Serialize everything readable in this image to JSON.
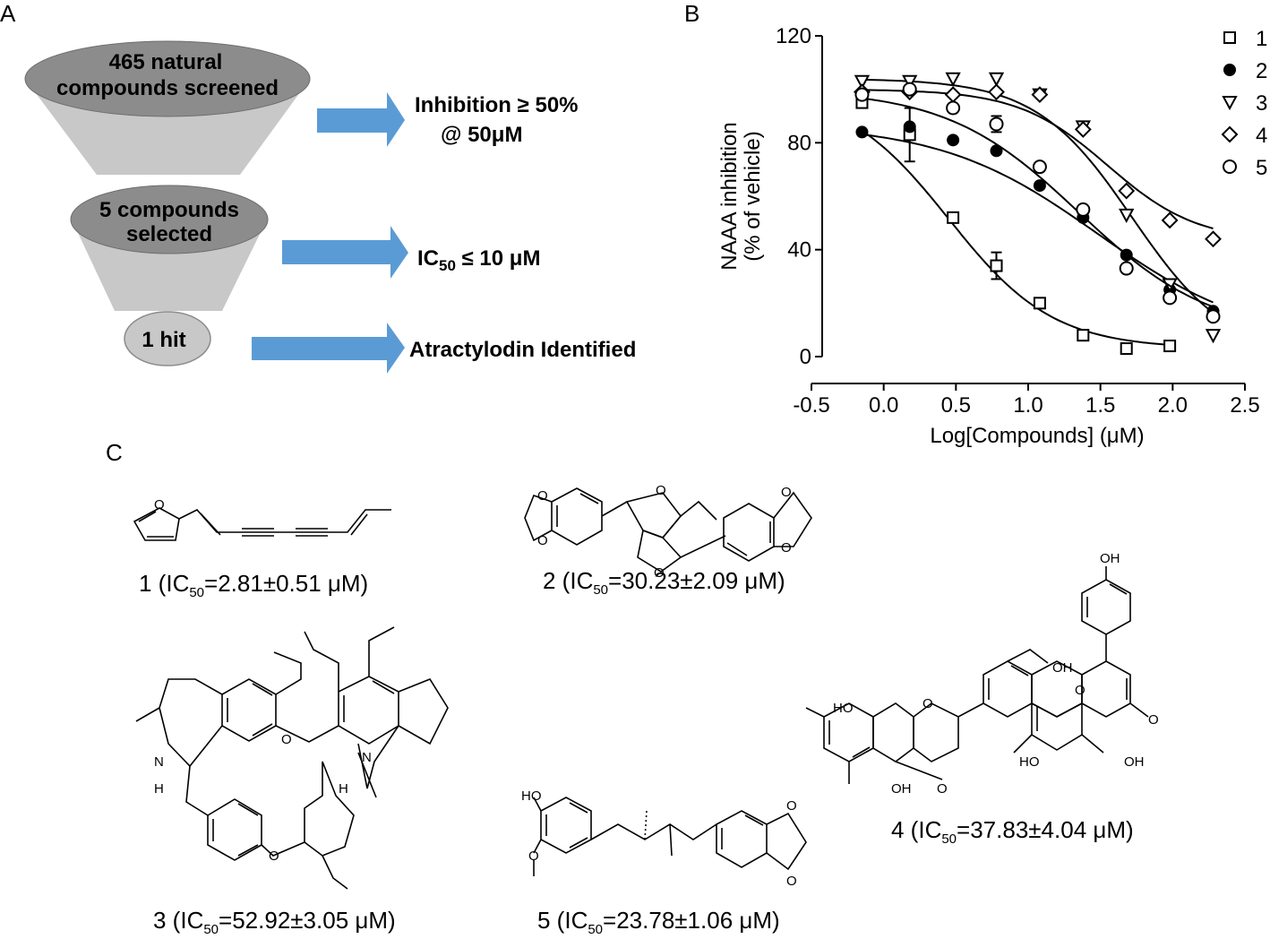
{
  "panels": {
    "a": "A",
    "b": "B",
    "c": "C"
  },
  "funnel": {
    "stage1": {
      "line1": "465 natural",
      "line2": "compounds screened"
    },
    "stage2": {
      "line1": "5 compounds",
      "line2": "selected"
    },
    "stage3": {
      "line1": "1 hit"
    },
    "criteria": {
      "c1_line1": "Inhibition ≥ 50%",
      "c1_line2": "@ 50μM",
      "c2_main": "IC",
      "c2_sub": "50",
      "c2_rest": " ≤ 10 μM",
      "c3": "Atractylodin Identified"
    },
    "colors": {
      "dark_ellipse": "#8c8c8c",
      "light_cone": "#c8c8c8",
      "arrow": "#5b9bd5"
    }
  },
  "chart_data": {
    "type": "scatter",
    "xlabel": "Log[Compounds] (μM)",
    "ylabel_line1": "NAAA inhibition",
    "ylabel_line2": "(% of vehicle)",
    "xlim": [
      -0.5,
      2.5
    ],
    "ylim": [
      0,
      120
    ],
    "xticks": [
      -0.5,
      0.0,
      0.5,
      1.0,
      1.5,
      2.0,
      2.5
    ],
    "xtick_labels": [
      "-0.5",
      "0.0",
      "0.5",
      "1.0",
      "1.5",
      "2.0",
      "2.5"
    ],
    "yticks": [
      0,
      40,
      80,
      120
    ],
    "ytick_labels": [
      "0",
      "40",
      "80",
      "120"
    ],
    "legend_position": "top-right",
    "series": [
      {
        "name": "1",
        "marker": "square-open",
        "x": [
          -0.15,
          0.18,
          0.48,
          0.78,
          1.08,
          1.38,
          1.68,
          1.98
        ],
        "y": [
          95,
          83,
          52,
          34,
          20,
          8,
          3,
          4
        ],
        "err": [
          0,
          10,
          0,
          5,
          0,
          2,
          0,
          0
        ],
        "fit": {
          "top": 100,
          "bottom": 3,
          "logic50": 0.45,
          "hill": 1.2
        }
      },
      {
        "name": "2",
        "marker": "circle-filled",
        "x": [
          -0.15,
          0.18,
          0.48,
          0.78,
          1.08,
          1.38,
          1.68,
          1.98,
          2.28
        ],
        "y": [
          84,
          86,
          81,
          77,
          64,
          52,
          38,
          25,
          17
        ],
        "err": [
          0,
          0,
          0,
          0,
          0,
          0,
          0,
          0,
          0
        ],
        "fit": {
          "top": 87,
          "bottom": 5,
          "logic50": 1.48,
          "hill": 0.8
        }
      },
      {
        "name": "3",
        "marker": "triangle-down-open",
        "x": [
          -0.15,
          0.18,
          0.48,
          0.78,
          1.08,
          1.38,
          1.68,
          1.98,
          2.28
        ],
        "y": [
          103,
          103,
          104,
          104,
          98,
          86,
          53,
          27,
          8
        ],
        "err": [
          0,
          0,
          0,
          0,
          0,
          0,
          0,
          0,
          0
        ],
        "fit": {
          "top": 104,
          "bottom": 0,
          "logic50": 1.72,
          "hill": 1.3
        }
      },
      {
        "name": "4",
        "marker": "diamond-open",
        "x": [
          -0.15,
          0.18,
          0.48,
          0.78,
          1.08,
          1.38,
          1.68,
          1.98,
          2.28
        ],
        "y": [
          99,
          99,
          98,
          99,
          98,
          85,
          62,
          51,
          44
        ],
        "err": [
          0,
          0,
          0,
          0,
          0,
          0,
          0,
          0,
          0
        ],
        "fit": {
          "top": 100,
          "bottom": 43,
          "logic50": 1.55,
          "hill": 1.4
        }
      },
      {
        "name": "5",
        "marker": "circle-open",
        "x": [
          -0.15,
          0.18,
          0.48,
          0.78,
          1.08,
          1.38,
          1.68,
          1.98,
          2.28
        ],
        "y": [
          98,
          100,
          93,
          87,
          71,
          55,
          33,
          22,
          15
        ],
        "err": [
          0,
          0,
          0,
          3,
          0,
          0,
          0,
          0,
          0
        ],
        "fit": {
          "top": 100,
          "bottom": 8,
          "logic50": 1.35,
          "hill": 0.95
        }
      }
    ]
  },
  "compounds": [
    {
      "num": "1 (IC",
      "sub": "50",
      "rest": "=2.81±0.51 μM)"
    },
    {
      "num": "2 (IC",
      "sub": "50",
      "rest": "=30.23±2.09 μM)"
    },
    {
      "num": "3 (IC",
      "sub": "50",
      "rest": "=52.92±3.05 μM)"
    },
    {
      "num": "4 (IC",
      "sub": "50",
      "rest": "=37.83±4.04 μM)"
    },
    {
      "num": "5 (IC",
      "sub": "50",
      "rest": "=23.78±1.06 μM)"
    }
  ],
  "atoms": {
    "o": "O",
    "n": "N",
    "h": "H",
    "oh": "OH",
    "ho": "HO"
  }
}
